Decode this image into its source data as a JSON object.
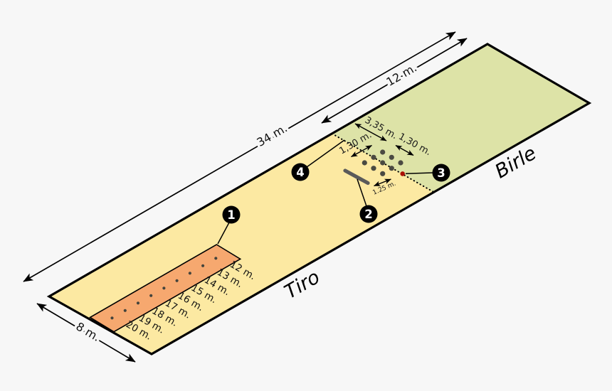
{
  "zones": {
    "tiro": "Tiro",
    "birle": "Birle"
  },
  "dimensions": {
    "total_length": "34 m.",
    "birle_length": "12 m.",
    "width": "8 m."
  },
  "pin_area": {
    "edge_to_first_pin": "3,35 m.",
    "row_spacing": "1,30 m.",
    "column_spacing": "1,30 m.",
    "throw_line_length": "1.25 m.",
    "pin_rows": 3,
    "pin_columns": 3,
    "pin_count": 9,
    "extra_pin_count": 1
  },
  "scale": {
    "labels": [
      "12 m.",
      "13 m.",
      "14 m.",
      "15 m.",
      "16 m.",
      "17 m.",
      "18 m.",
      "19 m.",
      "20 m."
    ]
  },
  "markers": [
    {
      "number": "1"
    },
    {
      "number": "2"
    },
    {
      "number": "3"
    },
    {
      "number": "4"
    }
  ],
  "colors": {
    "background": "#f7f7f7",
    "lane": "#fce9a2",
    "birle_zone": "#dde3a7",
    "throw_box": "#f6a86f",
    "pin": "#4a4a42",
    "extra_pin": "#aa1005",
    "outline": "#000000",
    "throw_line": "#5a5a5a",
    "marker_circle": "#000000"
  }
}
